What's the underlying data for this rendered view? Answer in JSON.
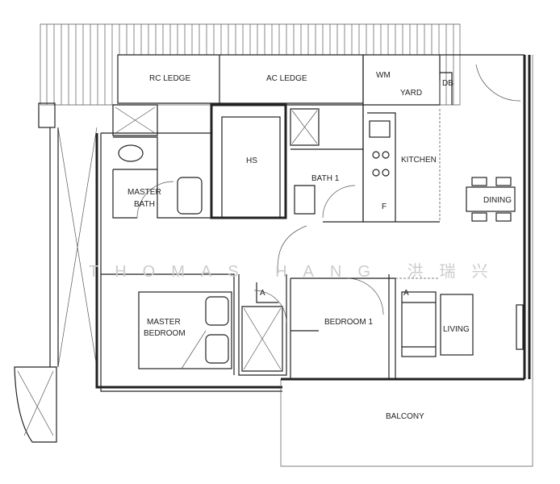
{
  "rooms": {
    "rc_ledge": "RC LEDGE",
    "ac_ledge": "AC LEDGE",
    "wm": "WM",
    "yard": "YARD",
    "db": "DB",
    "hs": "HS",
    "bath1": "BATH 1",
    "kitchen": "KITCHEN",
    "master_bath_1": "MASTER",
    "master_bath_2": "BATH",
    "dining": "DINING",
    "fridge": "F",
    "master_bedroom_1": "MASTER",
    "master_bedroom_2": "BEDROOM",
    "bedroom1": "BEDROOM 1",
    "living": "LIVING",
    "balcony": "BALCONY",
    "wardrobe_a1": "A",
    "wardrobe_a2": "A"
  },
  "watermark": "THOMAS HANG 洪瑞兴"
}
